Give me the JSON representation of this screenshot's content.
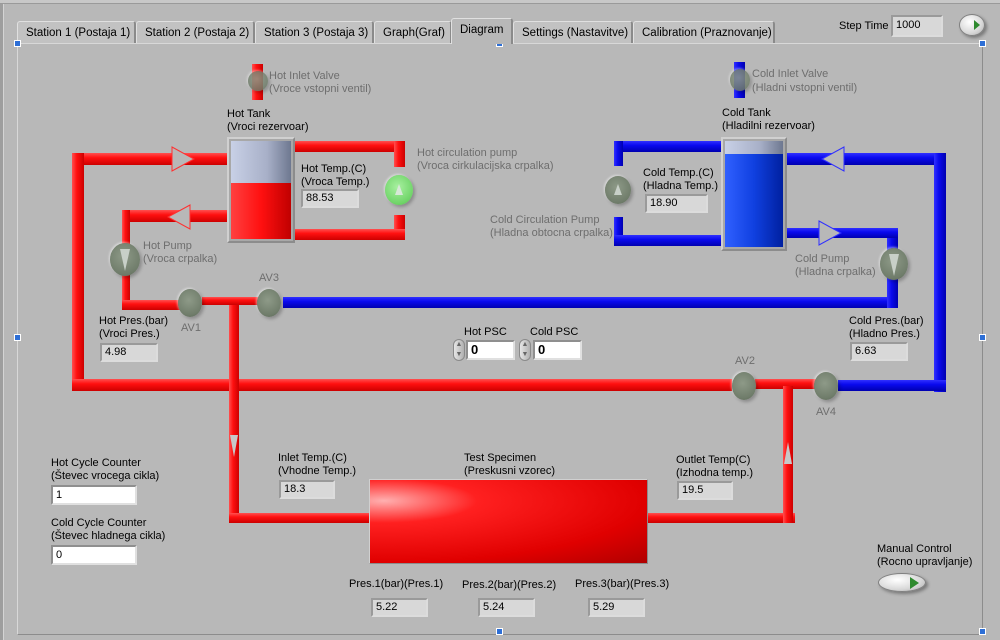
{
  "tabs": [
    {
      "label": "Station 1 (Postaja 1)",
      "active": false
    },
    {
      "label": "Station 2 (Postaja 2)",
      "active": false
    },
    {
      "label": "Station 3 (Postaja 3)",
      "active": false
    },
    {
      "label": "Graph(Graf)",
      "active": false
    },
    {
      "label": "Diagram",
      "active": true
    },
    {
      "label": "Settings (Nastavitve)",
      "active": false
    },
    {
      "label": "Calibration (Praznovanje)",
      "active": false
    }
  ],
  "step_time": {
    "label": "Step Time",
    "value": "1000"
  },
  "run_toggle": {
    "icon": "play-icon"
  },
  "colors": {
    "hot": "#ff1010",
    "cold": "#0a0aee",
    "panel": "#b8b8b8",
    "pump_on": "#6fd468",
    "valve_off": "#6f7c6a"
  },
  "hot_inlet_valve": {
    "label1": "Hot Inlet Valve",
    "label2": "(Vroce vstopni ventil)"
  },
  "cold_inlet_valve": {
    "label1": "Cold Inlet Valve",
    "label2": "(Hladni vstopni ventil)"
  },
  "hot_tank": {
    "label1": "Hot Tank",
    "label2": "(Vroci rezervoar)",
    "level": 0.57
  },
  "cold_tank": {
    "label1": "Cold Tank",
    "label2": "(Hladilni rezervoar)",
    "level": 0.88
  },
  "hot_temp": {
    "label1": "Hot Temp.(C)",
    "label2": "(Vroca Temp.)",
    "value": "88.53"
  },
  "cold_temp": {
    "label1": "Cold Temp.(C)",
    "label2": "(Hladna Temp.)",
    "value": "18.90"
  },
  "hot_circ_pump": {
    "label1": "Hot circulation pump",
    "label2": "(Vroca cirkulacijska crpalka)",
    "state": "on"
  },
  "cold_circ_pump": {
    "label1": "Cold Circulation Pump",
    "label2": "(Hladna obtocna crpalka)",
    "state": "off"
  },
  "hot_pump": {
    "label1": "Hot Pump",
    "label2": "(Vroca crpalka)",
    "state": "off"
  },
  "cold_pump": {
    "label1": "Cold Pump",
    "label2": "(Hladna crpalka)",
    "state": "off"
  },
  "valves": {
    "av1": "AV1",
    "av2": "AV2",
    "av3": "AV3",
    "av4": "AV4"
  },
  "hot_pres": {
    "label1": "Hot Pres.(bar)",
    "label2": "(Vroci Pres.)",
    "value": "4.98"
  },
  "cold_pres": {
    "label1": "Cold Pres.(bar)",
    "label2": "(Hladno Pres.)",
    "value": "6.63"
  },
  "hot_psc": {
    "label": "Hot PSC",
    "value": "0"
  },
  "cold_psc": {
    "label": "Cold PSC",
    "value": "0"
  },
  "hot_cycle": {
    "label1": "Hot Cycle Counter",
    "label2": "(Števec vrocega cikla)",
    "value": "1"
  },
  "cold_cycle": {
    "label1": "Cold Cycle Counter",
    "label2": "(Števec hladnega cikla)",
    "value": "0"
  },
  "inlet_temp": {
    "label1": "Inlet Temp.(C)",
    "label2": "(Vhodne Temp.)",
    "value": "18.3"
  },
  "outlet_temp": {
    "label1": "Outlet Temp(C)",
    "label2": "(Izhodna temp.)",
    "value": "19.5"
  },
  "specimen": {
    "label1": "Test Specimen",
    "label2": "(Preskusni vzorec)"
  },
  "pres1": {
    "label": "Pres.1(bar)(Pres.1)",
    "value": "5.22"
  },
  "pres2": {
    "label": "Pres.2(bar)(Pres.2)",
    "value": "5.24"
  },
  "pres3": {
    "label": "Pres.3(bar)(Pres.3)",
    "value": "5.29"
  },
  "manual_control": {
    "label1": "Manual Control",
    "label2": "(Rocno upravljanje)"
  }
}
